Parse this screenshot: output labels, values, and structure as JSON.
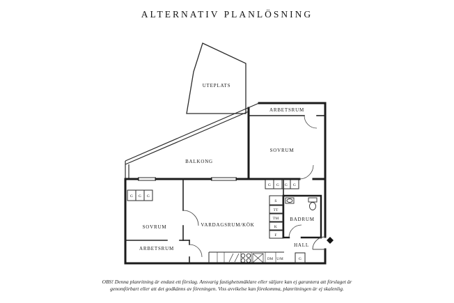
{
  "header": {
    "title": "ALTERNATIV PLANLÖSNING"
  },
  "floorplan": {
    "rooms": {
      "uteplats": "UTEPLATS",
      "balkong": "BALKONG",
      "arbetsrum_top": "ARBETSRUM",
      "sovrum_right": "SOVRUM",
      "sovrum_left": "SOVRUM",
      "vardagsrum_kok": "VARDAGSRUM/KÖK",
      "arbetsrum_bottom": "ARBETSRUM",
      "badrum": "BADRUM",
      "hall": "HALL"
    },
    "fixtures": {
      "wardrobe": "G",
      "closet_s": "S",
      "dryer": "TT",
      "washer": "TM",
      "fridge": "K",
      "freezer": "F",
      "dishwasher": "DM",
      "oven_micro": "U/M"
    }
  },
  "footer": {
    "disclaimer_line1": "OBS! Denna planritning är endast ett förslag. Ansvarig fastighetsmäklare eller säljare kan ej garantera att förslaget är",
    "disclaimer_line2": "genomförbart eller att det godkänns av föreningen. Viss avvikelse kan förekomma, planritningen är ej skalenlig."
  }
}
